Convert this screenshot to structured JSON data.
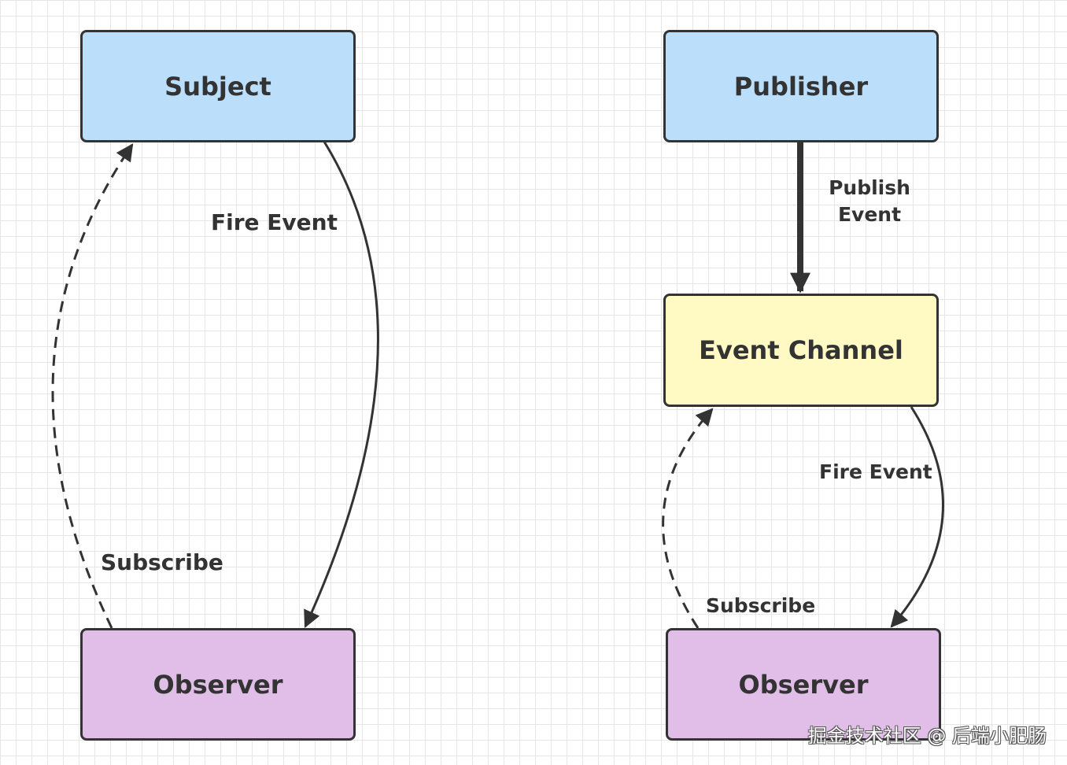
{
  "left_diagram": {
    "subject": "Subject",
    "observer": "Observer",
    "fire_event": "Fire Event",
    "subscribe": "Subscribe"
  },
  "right_diagram": {
    "publisher": "Publisher",
    "event_channel": "Event Channel",
    "observer": "Observer",
    "publish_event_line1": "Publish",
    "publish_event_line2": "Event",
    "fire_event": "Fire Event",
    "subscribe": "Subscribe"
  },
  "colors": {
    "subject_fill": "#bbdefb",
    "publisher_fill": "#bbdefb",
    "event_channel_fill": "#fff9c4",
    "observer_fill": "#e1bee7",
    "stroke": "#333333"
  },
  "watermark": "掘金技术社区 @ 后端小肥肠"
}
